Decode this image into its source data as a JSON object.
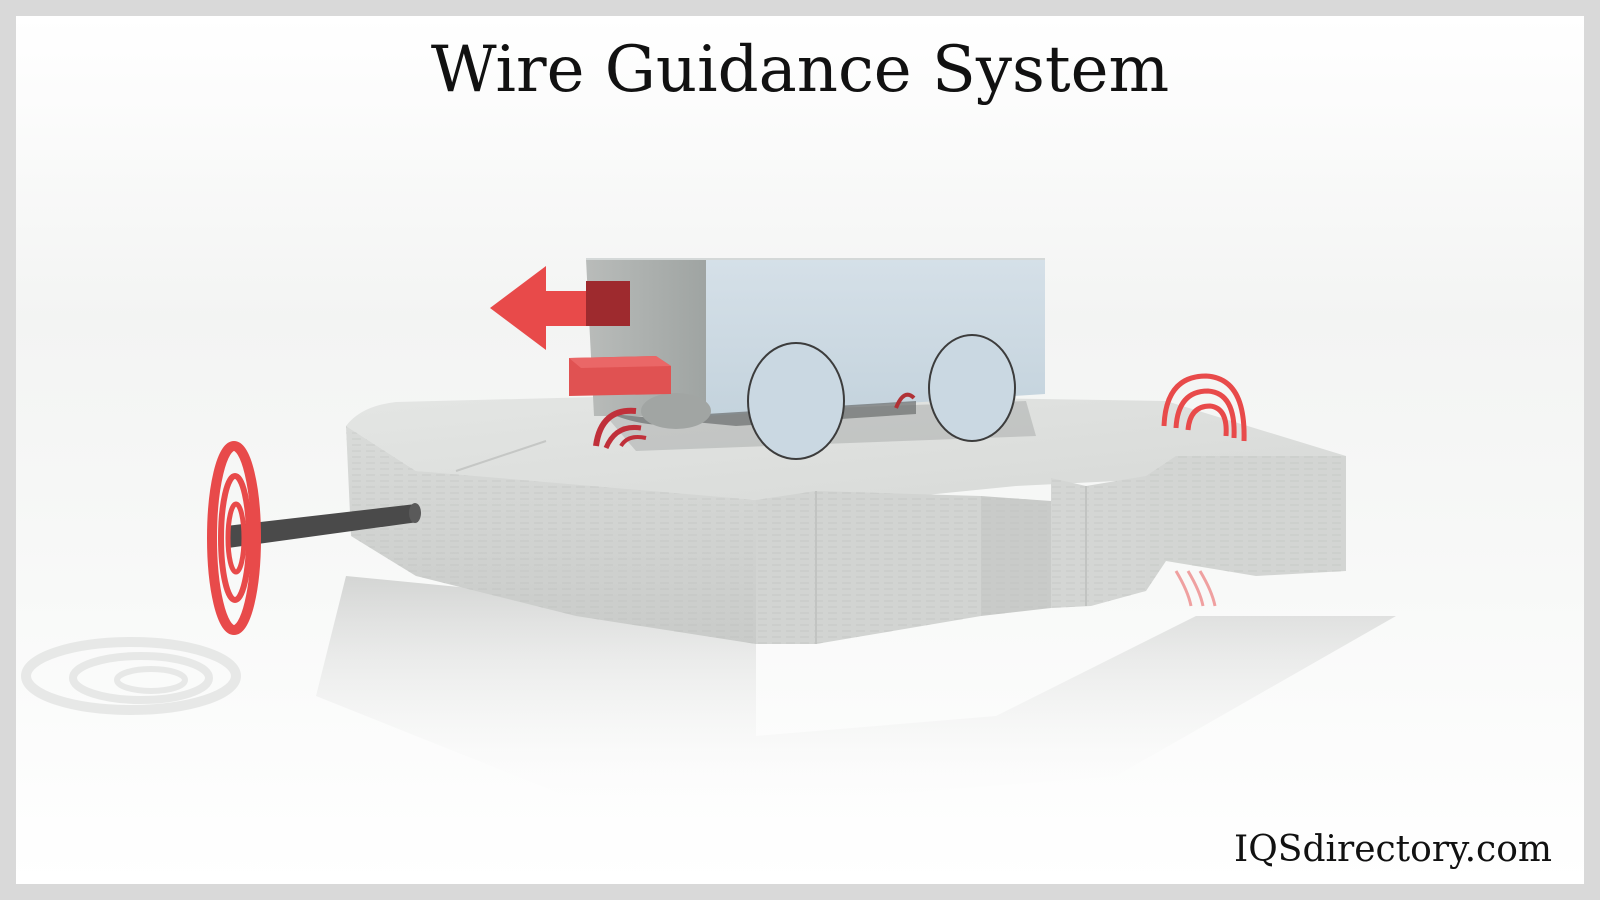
{
  "diagram": {
    "title": "Wire Guidance System",
    "watermark": "IQSdirectory.com",
    "colors": {
      "frame": "#d9d9d9",
      "background": "#ffffff",
      "signal_red": "#e84a4a",
      "signal_dark_red": "#9e2a2e",
      "vehicle_body": "#c9d8e2",
      "vehicle_side": "#a7acaa",
      "floor_slab": "#d4d6d4",
      "guide_wire": "#4a4a4a"
    },
    "elements": {
      "vehicle": "Automated guided vehicle (box body with wheels)",
      "direction_arrow": "Red arrow pointing left (direction of travel)",
      "vehicle_sensor": "Red antenna sensor block under vehicle front",
      "floor": "Concrete floor slab with embedded wire path",
      "guide_wire": "Dark wire/rod extending from slab",
      "signal_emitter": "Red concentric ring emitter at wire end",
      "signal_arcs": "Red electromagnetic field arcs along wire path"
    }
  }
}
